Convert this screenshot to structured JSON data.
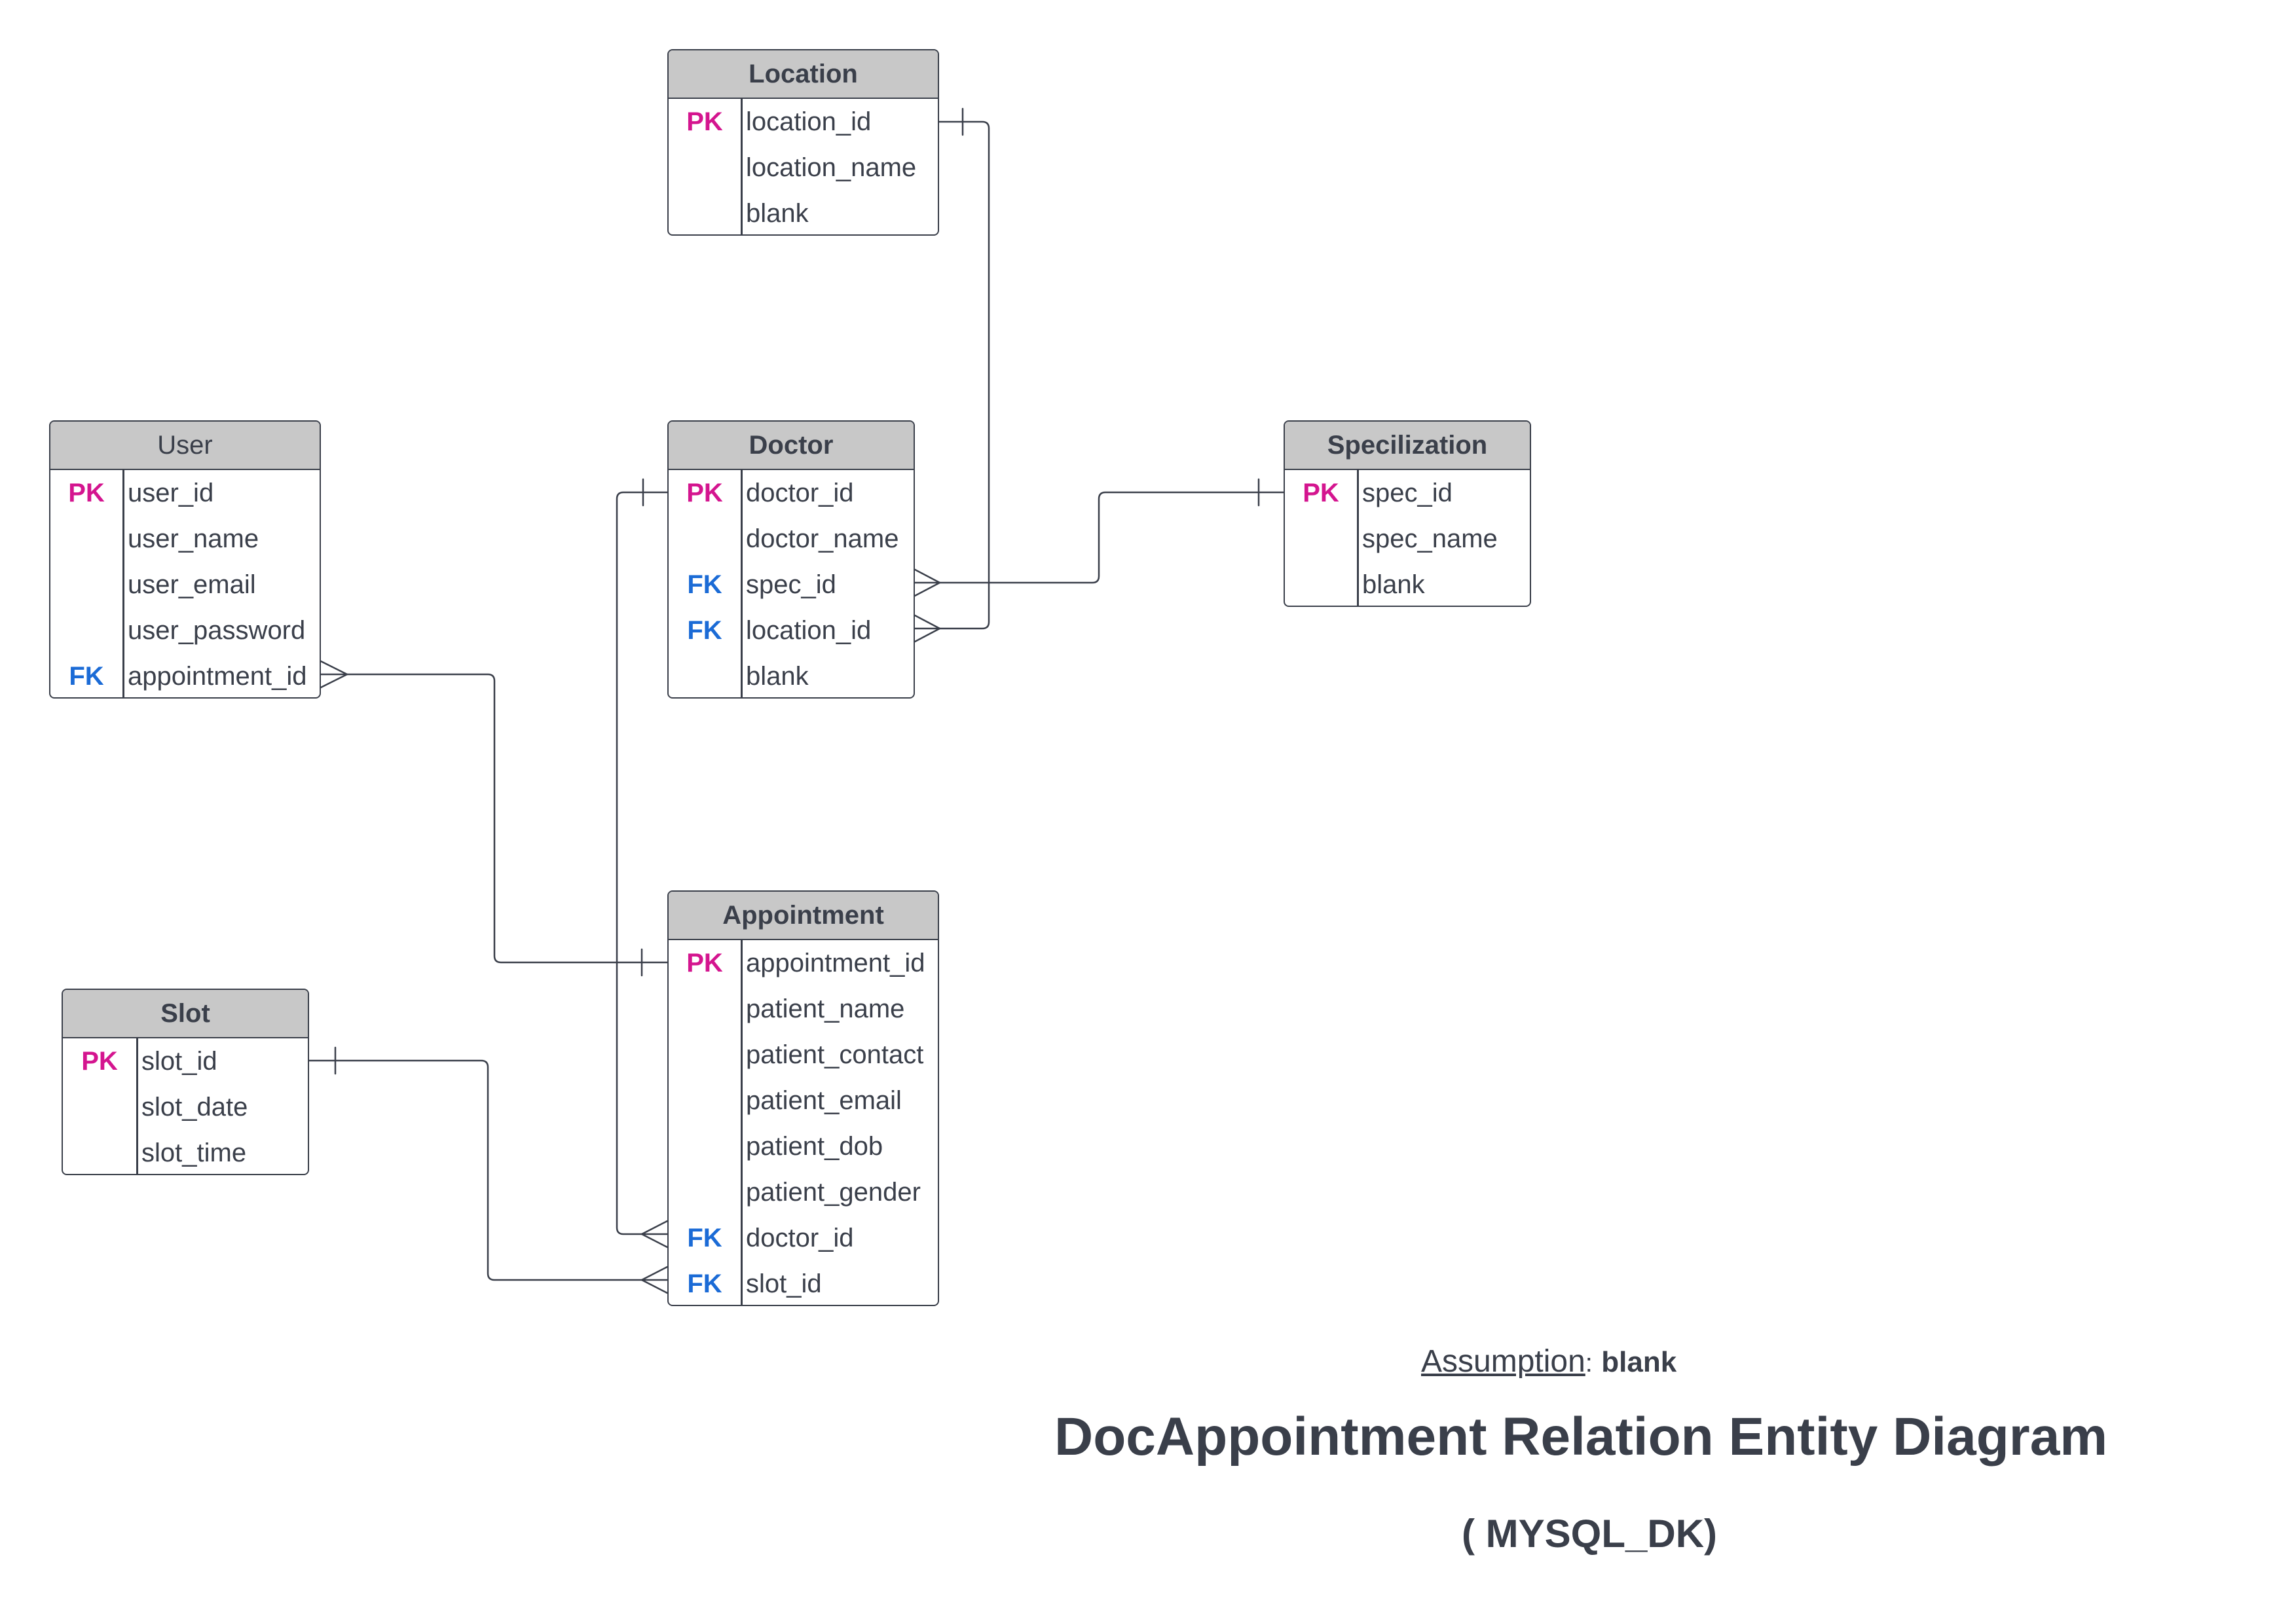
{
  "entities": {
    "location": {
      "title": "Location",
      "fields": [
        {
          "key": "PK",
          "name": "location_id"
        },
        {
          "key": "",
          "name": "location_name"
        },
        {
          "key": "",
          "name": "blank"
        }
      ]
    },
    "user": {
      "title": "User",
      "fields": [
        {
          "key": "PK",
          "name": "user_id"
        },
        {
          "key": "",
          "name": "user_name"
        },
        {
          "key": "",
          "name": "user_email"
        },
        {
          "key": "",
          "name": "user_password"
        },
        {
          "key": "FK",
          "name": "appointment_id"
        }
      ]
    },
    "doctor": {
      "title": "Doctor",
      "fields": [
        {
          "key": "PK",
          "name": "doctor_id"
        },
        {
          "key": "",
          "name": "doctor_name"
        },
        {
          "key": "FK",
          "name": "spec_id"
        },
        {
          "key": "FK",
          "name": "location_id"
        },
        {
          "key": "",
          "name": "blank"
        }
      ]
    },
    "specilization": {
      "title": "Specilization",
      "fields": [
        {
          "key": "PK",
          "name": "spec_id"
        },
        {
          "key": "",
          "name": "spec_name"
        },
        {
          "key": "",
          "name": "blank"
        }
      ]
    },
    "appointment": {
      "title": "Appointment",
      "fields": [
        {
          "key": "PK",
          "name": "appointment_id"
        },
        {
          "key": "",
          "name": "patient_name"
        },
        {
          "key": "",
          "name": "patient_contact"
        },
        {
          "key": "",
          "name": "patient_email"
        },
        {
          "key": "",
          "name": "patient_dob"
        },
        {
          "key": "",
          "name": "patient_gender"
        },
        {
          "key": "FK",
          "name": "doctor_id"
        },
        {
          "key": "FK",
          "name": "slot_id"
        }
      ]
    },
    "slot": {
      "title": "Slot",
      "fields": [
        {
          "key": "PK",
          "name": "slot_id"
        },
        {
          "key": "",
          "name": "slot_date"
        },
        {
          "key": "",
          "name": "slot_time"
        }
      ]
    }
  },
  "footer": {
    "assumption_label": "Assumption",
    "assumption_colon": ":",
    "assumption_value": "blank",
    "title": "DocAppointment Relation Entity Diagram",
    "subtitle": "( MYSQL_DK)"
  },
  "colors": {
    "pk": "#d4158f",
    "fk": "#1b6bd6",
    "header_bg": "#c8c8c8",
    "line": "#3a3f4a"
  }
}
